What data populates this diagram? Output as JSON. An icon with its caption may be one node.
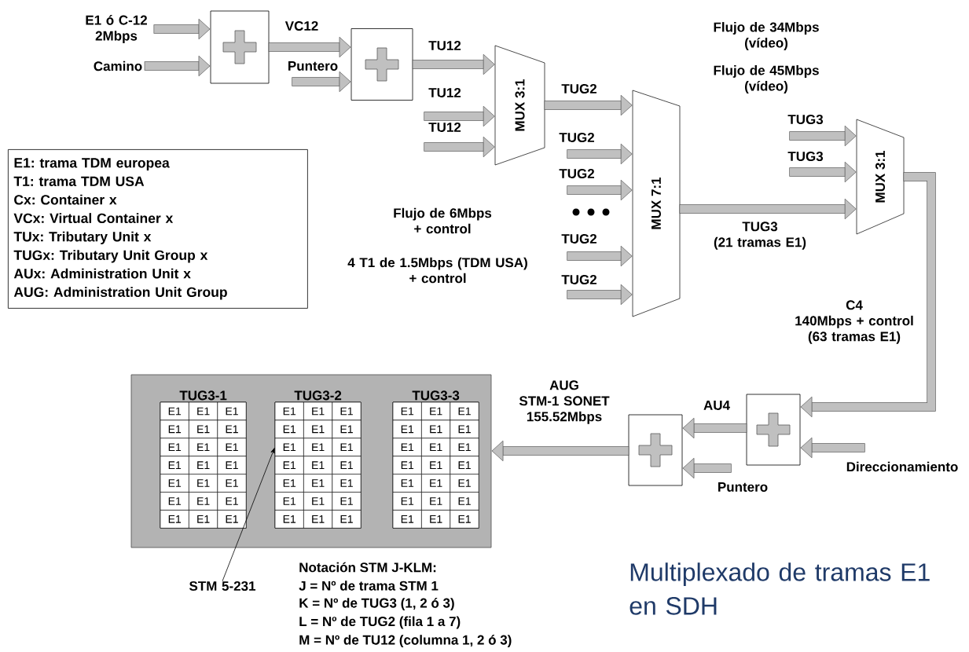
{
  "diagram": {
    "title": "Multiplexado de tramas E1 en SDH",
    "nodes": [
      {
        "text": [
          "E1 ó C-12 2Mbps"
        ]
      },
      {
        "text": [
          "Camino"
        ]
      },
      {
        "text": [],
        "shape": "box"
      },
      {
        "text": [],
        "shape": "box"
      },
      {
        "text": [
          "MUX 3:1"
        ]
      },
      {
        "text": [
          "MUX 7:1"
        ]
      },
      {
        "text": [
          "MUX 3:1"
        ]
      },
      {
        "text": [
          "E1: trama TDM europea",
          "T1: trama TDM USA",
          "Cx: Container x",
          "VCx: Virtual Container x",
          "TUx: Tributary Unit x",
          "TUGx: Tributary Unit Group x",
          "AUx: Administration Unit x",
          "AUG: Administration Unit Group"
        ]
      },
      {
        "text": [],
        "shape": "box"
      },
      {
        "text": [],
        "shape": "box"
      },
      {
        "text": [],
        "shape": "box"
      },
      {
        "text": [
          "TUG3-1"
        ],
        "in": 10
      },
      {
        "text": [
          "TUG3-2"
        ],
        "in": 10
      },
      {
        "text": [
          "TUG3-3"
        ],
        "in": 10
      },
      {
        "text": [
          "E1"
        ],
        "in": 11
      },
      {
        "text": [
          "E1"
        ],
        "in": 11
      },
      {
        "text": [
          "E1"
        ],
        "in": 11
      },
      {
        "text": [
          "E1"
        ],
        "in": 11
      },
      {
        "text": [
          "E1"
        ],
        "in": 11
      },
      {
        "text": [
          "E1"
        ],
        "in": 11
      },
      {
        "text": [
          "E1"
        ],
        "in": 11
      },
      {
        "text": [
          "E1"
        ],
        "in": 11
      },
      {
        "text": [
          "E1"
        ],
        "in": 11
      },
      {
        "text": [
          "E1"
        ],
        "in": 11
      },
      {
        "text": [
          "E1"
        ],
        "in": 11
      },
      {
        "text": [
          "E1"
        ],
        "in": 11
      },
      {
        "text": [
          "E1"
        ],
        "in": 11
      },
      {
        "text": [
          "E1"
        ],
        "in": 11
      },
      {
        "text": [
          "E1"
        ],
        "in": 11
      },
      {
        "text": [
          "E1"
        ],
        "in": 11
      },
      {
        "text": [
          "E1"
        ],
        "in": 11
      },
      {
        "text": [
          "E1"
        ],
        "in": 11
      },
      {
        "text": [
          "E1"
        ],
        "in": 11
      },
      {
        "text": [
          "E1"
        ],
        "in": 11
      },
      {
        "text": [
          "E1"
        ],
        "in": 11
      },
      {
        "text": [
          "E1"
        ],
        "in": 12
      },
      {
        "text": [
          "E1"
        ],
        "in": 12
      },
      {
        "text": [
          "E1"
        ],
        "in": 12
      },
      {
        "text": [
          "E1"
        ],
        "in": 12
      },
      {
        "text": [
          "E1"
        ],
        "in": 12
      },
      {
        "text": [
          "E1"
        ],
        "in": 12
      },
      {
        "text": [
          "E1"
        ],
        "in": 12
      },
      {
        "text": [
          "E1"
        ],
        "in": 12
      },
      {
        "text": [
          "E1"
        ],
        "in": 12
      },
      {
        "text": [
          "E1"
        ],
        "in": 12
      },
      {
        "text": [
          "E1"
        ],
        "in": 12
      },
      {
        "text": [
          "E1"
        ],
        "in": 12
      },
      {
        "text": [
          "E1"
        ],
        "in": 12
      },
      {
        "text": [
          "E1"
        ],
        "in": 12
      },
      {
        "text": [
          "E1"
        ],
        "in": 12
      },
      {
        "text": [
          "E1"
        ],
        "in": 12
      },
      {
        "text": [
          "E1"
        ],
        "in": 12
      },
      {
        "text": [
          "E1"
        ],
        "in": 12
      },
      {
        "text": [
          "E1"
        ],
        "in": 12
      },
      {
        "text": [
          "E1"
        ],
        "in": 12
      },
      {
        "text": [
          "E1"
        ],
        "in": 12
      },
      {
        "text": [
          "E1"
        ],
        "in": 13
      },
      {
        "text": [
          "E1"
        ],
        "in": 13
      },
      {
        "text": [
          "E1"
        ],
        "in": 13
      },
      {
        "text": [
          "E1"
        ],
        "in": 13
      },
      {
        "text": [
          "E1"
        ],
        "in": 13
      },
      {
        "text": [
          "E1"
        ],
        "in": 13
      },
      {
        "text": [
          "E1"
        ],
        "in": 13
      },
      {
        "text": [
          "E1"
        ],
        "in": 13
      },
      {
        "text": [
          "E1"
        ],
        "in": 13
      },
      {
        "text": [
          "E1"
        ],
        "in": 13
      },
      {
        "text": [
          "E1"
        ],
        "in": 13
      },
      {
        "text": [
          "E1"
        ],
        "in": 13
      },
      {
        "text": [
          "E1"
        ],
        "in": 13
      },
      {
        "text": [
          "E1"
        ],
        "in": 13
      },
      {
        "text": [
          "E1"
        ],
        "in": 13
      },
      {
        "text": [
          "E1"
        ],
        "in": 13
      },
      {
        "text": [
          "E1"
        ],
        "in": 13
      },
      {
        "text": [
          "E1"
        ],
        "in": 13
      },
      {
        "text": [
          "E1"
        ],
        "in": 13
      },
      {
        "text": [
          "E1"
        ],
        "in": 13
      },
      {
        "text": [
          "E1"
        ],
        "in": 13
      },
      {
        "text": [
          "STM 5-231"
        ]
      }
    ],
    "edges": [
      {
        "from": 0,
        "to": 2,
        "arrow": "to"
      },
      {
        "from": 1,
        "to": 2,
        "arrow": "to"
      },
      {
        "from": 2,
        "to": 3,
        "arrow": "to",
        "label": "VC12"
      },
      {
        "from": null,
        "to": 3,
        "arrow": "to",
        "label": "Puntero"
      },
      {
        "from": 3,
        "to": 4,
        "arrow": "to",
        "label": "TU12"
      },
      {
        "from": null,
        "to": 4,
        "arrow": "to",
        "label": "TU12"
      },
      {
        "from": null,
        "to": 4,
        "arrow": "to",
        "label": "TU12"
      },
      {
        "from": 4,
        "to": 5,
        "arrow": "to",
        "label": "TUG2"
      },
      {
        "from": null,
        "to": 5,
        "arrow": "to",
        "label": "TUG2"
      },
      {
        "from": null,
        "to": 5,
        "arrow": "to",
        "label": "TUG2"
      },
      {
        "from": null,
        "to": 5,
        "arrow": "to",
        "label": "TUG2"
      },
      {
        "from": null,
        "to": 5,
        "arrow": "to",
        "label": "TUG2"
      },
      {
        "from": null,
        "to": 6,
        "arrow": "to",
        "label": "TUG3"
      },
      {
        "from": null,
        "to": 6,
        "arrow": "to",
        "label": "TUG3"
      },
      {
        "from": 5,
        "to": 6,
        "arrow": "to",
        "label": "TUG3 (21 tramas E1)"
      },
      {
        "from": 6,
        "to": 8,
        "arrow": "to",
        "label": "C4 140Mbps + control (63 tramas E1)"
      },
      {
        "from": null,
        "to": 8,
        "arrow": "to",
        "label": "Direccionamiento"
      },
      {
        "from": 8,
        "to": 9,
        "arrow": "to",
        "label": "AU4"
      },
      {
        "from": null,
        "to": 9,
        "arrow": "to",
        "label": "Puntero"
      },
      {
        "from": 9,
        "to": 10,
        "arrow": "to",
        "label": "AUG STM-1 SONET 155.52Mbps"
      },
      {
        "from": 77,
        "to": 41,
        "arrow": "to",
        "color": "#000000"
      }
    ],
    "labels": [
      "Flujo de 34Mbps (vídeo)",
      "Flujo de 45Mbps (vídeo)",
      "Flujo de 6Mbps + control",
      "4 T1 de 1.5Mbps (TDM USA) + control",
      "Notación STM J-KLM:",
      "J = Nº de trama STM 1",
      "K = Nº de TUG3 (1, 2 ó 3)",
      "L = Nº de TUG2 (fila 1 a 7)",
      "M = Nº de TU12 (columna 1, 2 ó 3)"
    ]
  }
}
